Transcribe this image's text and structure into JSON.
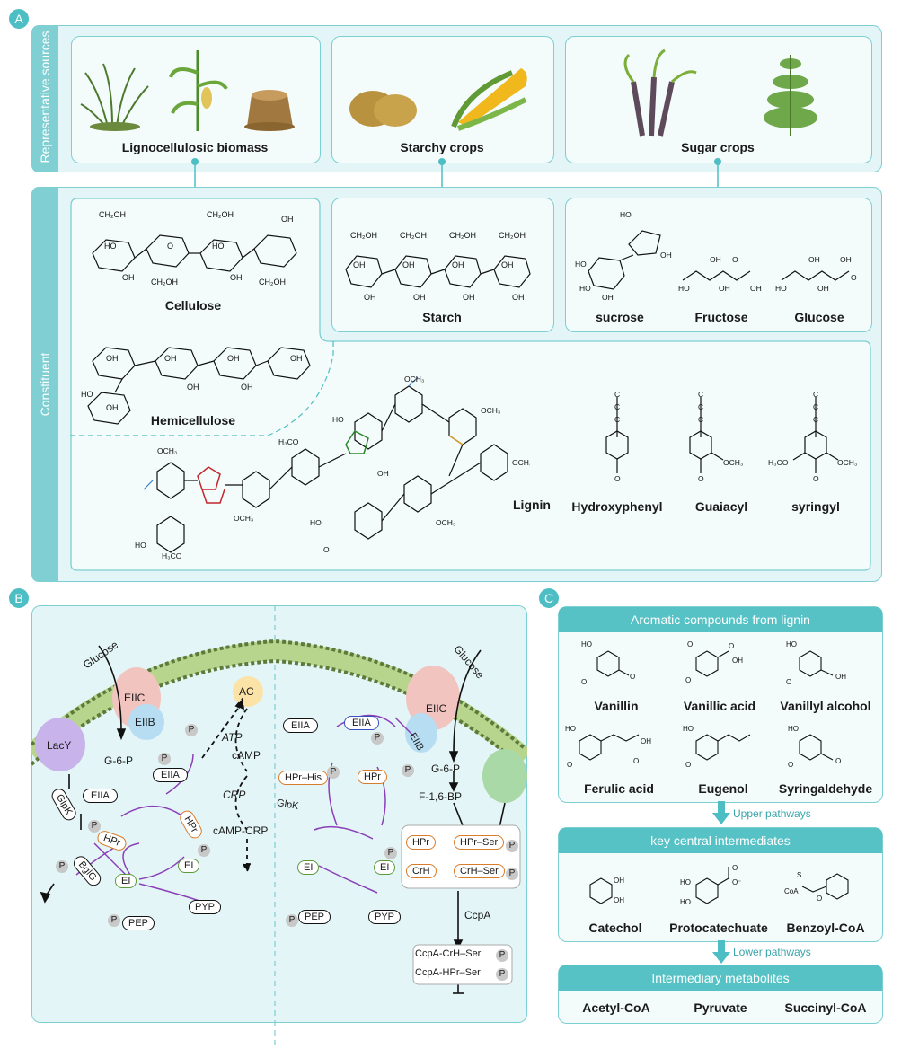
{
  "panelA": {
    "letter": "A",
    "side_sources": "Representative sources",
    "side_constituent": "Constituent",
    "sources": [
      "Lignocellulosic biomass",
      "Starchy crops",
      "Sugar crops"
    ],
    "polymers": {
      "cellulose": "Cellulose",
      "hemicellulose": "Hemicellulose",
      "starch": "Starch",
      "lignin": "Lignin"
    },
    "sugars": [
      "sucrose",
      "Fructose",
      "Glucose"
    ],
    "monomers": [
      "Hydroxyphenyl",
      "Guaiacyl",
      "syringyl"
    ]
  },
  "panelB": {
    "letter": "B",
    "left": {
      "glucose": "Glucose",
      "eiic": "EIIC",
      "eiib": "EIIB",
      "lacy": "LacY",
      "g6p": "G-6-P",
      "eiia1": "EIIA",
      "eiia2": "EIIA",
      "glpk": "GlpK",
      "hpr1": "HPr",
      "hpr2": "HPr",
      "bglg": "BglG",
      "ei1": "EI",
      "ei2": "EI",
      "pep": "PEP",
      "pyp": "PYP",
      "p": "P",
      "ac": "AC",
      "atp": "ATP",
      "camp": "cAMP",
      "crp": "CRP",
      "campcrp": "cAMP-CRP"
    },
    "right": {
      "glucose": "Glucose",
      "eiic": "EIIC",
      "eiib": "EIIB",
      "eiia1": "EIIA",
      "eiia2": "EIIA",
      "g6p": "G-6-P",
      "f16bp": "F-1,6-BP",
      "hprhis": "HPr–His",
      "hpr": "HPr",
      "glpk": "GlpK",
      "ei1": "EI",
      "ei2": "EI",
      "pep": "PEP",
      "pyp": "PYP",
      "box_hpr": "HPr",
      "box_hprser": "HPr–Ser",
      "box_crh": "CrH",
      "box_crhser": "CrH–Ser",
      "ccpa": "CcpA",
      "ccpa_crh": "CcpA-CrH–Ser",
      "ccpa_hpr": "CcpA-HPr–Ser",
      "p": "P"
    }
  },
  "panelC": {
    "letter": "C",
    "section1": {
      "title": "Aromatic compounds from lignin",
      "items": [
        "Vanillin",
        "Vanillic acid",
        "Vanillyl alcohol",
        "Ferulic acid",
        "Eugenol",
        "Syringaldehyde"
      ]
    },
    "arrow1": "Upper pathways",
    "section2": {
      "title": "key central intermediates",
      "items": [
        "Catechol",
        "Protocatechuate",
        "Benzoyl-CoA"
      ]
    },
    "arrow2": "Lower pathways",
    "section3": {
      "title": "Intermediary metabolites",
      "items": [
        "Acetyl-CoA",
        "Pyruvate",
        "Succinyl-CoA"
      ]
    }
  },
  "colors": {
    "teal": "#4dbfc4",
    "panel_bg": "#e3f5f6",
    "card_bg": "#f3fbfb",
    "arrow_purple": "#8a3fb8",
    "membrane_green": "#5c7a3a",
    "eiic_pink": "#f2c4c0",
    "eiib_blue": "#b7ddf3",
    "lacy_purple": "#c8b4ea",
    "ac_yellow": "#fbe3a8"
  }
}
